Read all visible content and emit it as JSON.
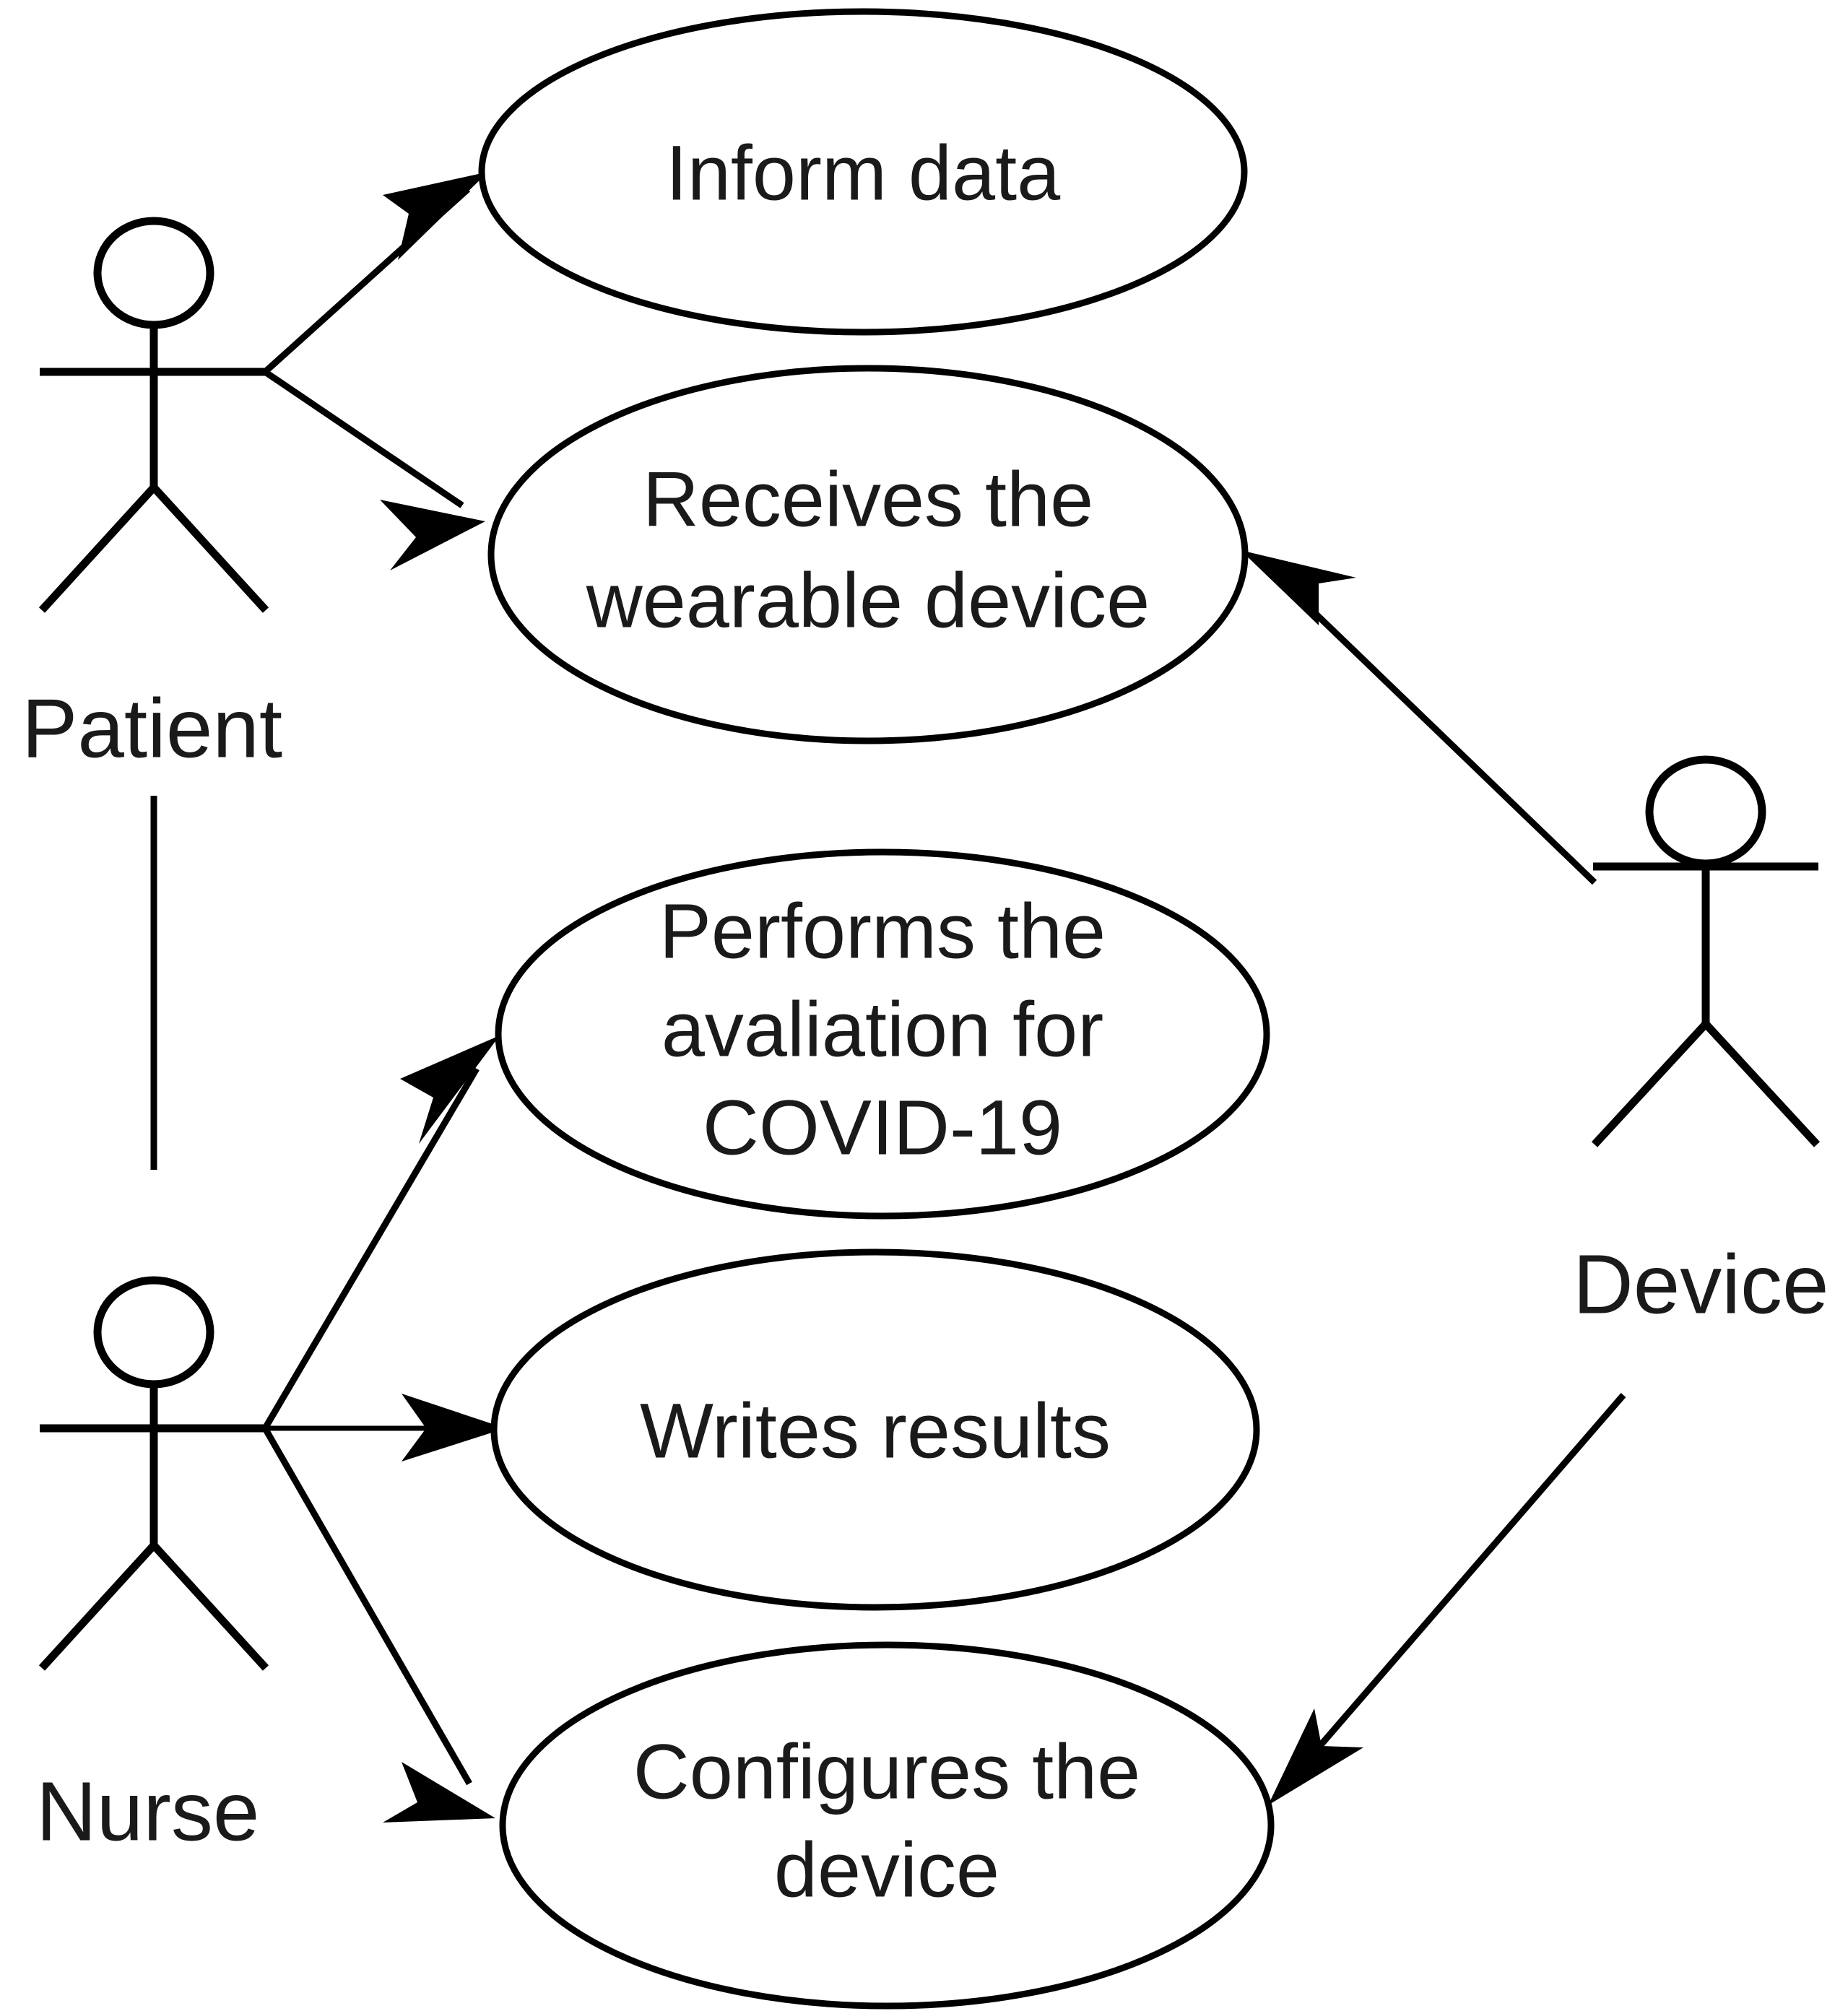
{
  "diagram": {
    "type": "uml-use-case-diagram",
    "background_color": "#ffffff",
    "line_color": "#000000",
    "text_color": "#1a1a1a"
  },
  "actors": [
    {
      "id": "patient",
      "label": "Patient"
    },
    {
      "id": "nurse",
      "label": "Nurse"
    },
    {
      "id": "device",
      "label": "Device"
    }
  ],
  "use_cases": [
    {
      "id": "inform-data",
      "lines": [
        "Inform data"
      ],
      "line1": "Inform data"
    },
    {
      "id": "receives-wearable-device",
      "lines": [
        "Receives the",
        "wearable device"
      ],
      "line1": "Receives the",
      "line2": "wearable device"
    },
    {
      "id": "performs-avaliation-covid19",
      "lines": [
        "Performs the",
        "avaliation for",
        "COVID-19"
      ],
      "line1": "Performs the",
      "line2": "avaliation for",
      "line3": "COVID-19"
    },
    {
      "id": "writes-results",
      "lines": [
        "Writes results"
      ],
      "line1": "Writes results"
    },
    {
      "id": "configures-the-device",
      "lines": [
        "Configures the",
        "device"
      ],
      "line1": "Configures the",
      "line2": "device"
    }
  ],
  "associations": [
    {
      "from": "patient",
      "to": "inform-data",
      "arrow": "to"
    },
    {
      "from": "patient",
      "to": "receives-wearable-device",
      "arrow": "to"
    },
    {
      "from": "device",
      "to": "receives-wearable-device",
      "arrow": "to"
    },
    {
      "from": "patient",
      "to": "nurse",
      "arrow": "none"
    },
    {
      "from": "nurse",
      "to": "performs-avaliation-covid19",
      "arrow": "to"
    },
    {
      "from": "nurse",
      "to": "writes-results",
      "arrow": "to"
    },
    {
      "from": "nurse",
      "to": "configures-the-device",
      "arrow": "to"
    },
    {
      "from": "device",
      "to": "configures-the-device",
      "arrow": "to"
    }
  ]
}
